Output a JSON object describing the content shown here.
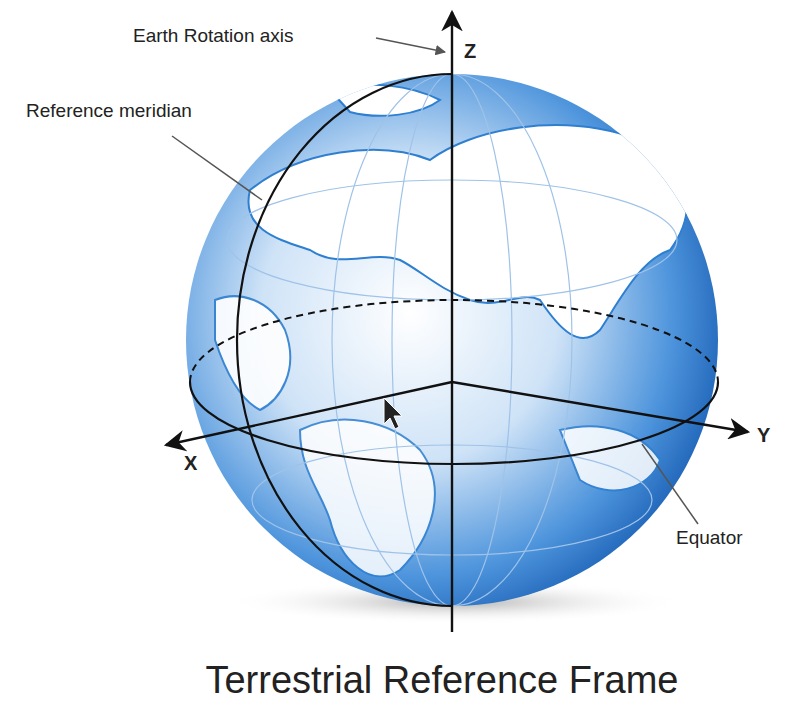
{
  "diagram": {
    "caption": "Terrestrial Reference Frame",
    "labels": [
      "Earth Rotation axis",
      "Z",
      "Reference meridian",
      "X",
      "Y",
      "Equator"
    ]
  }
}
